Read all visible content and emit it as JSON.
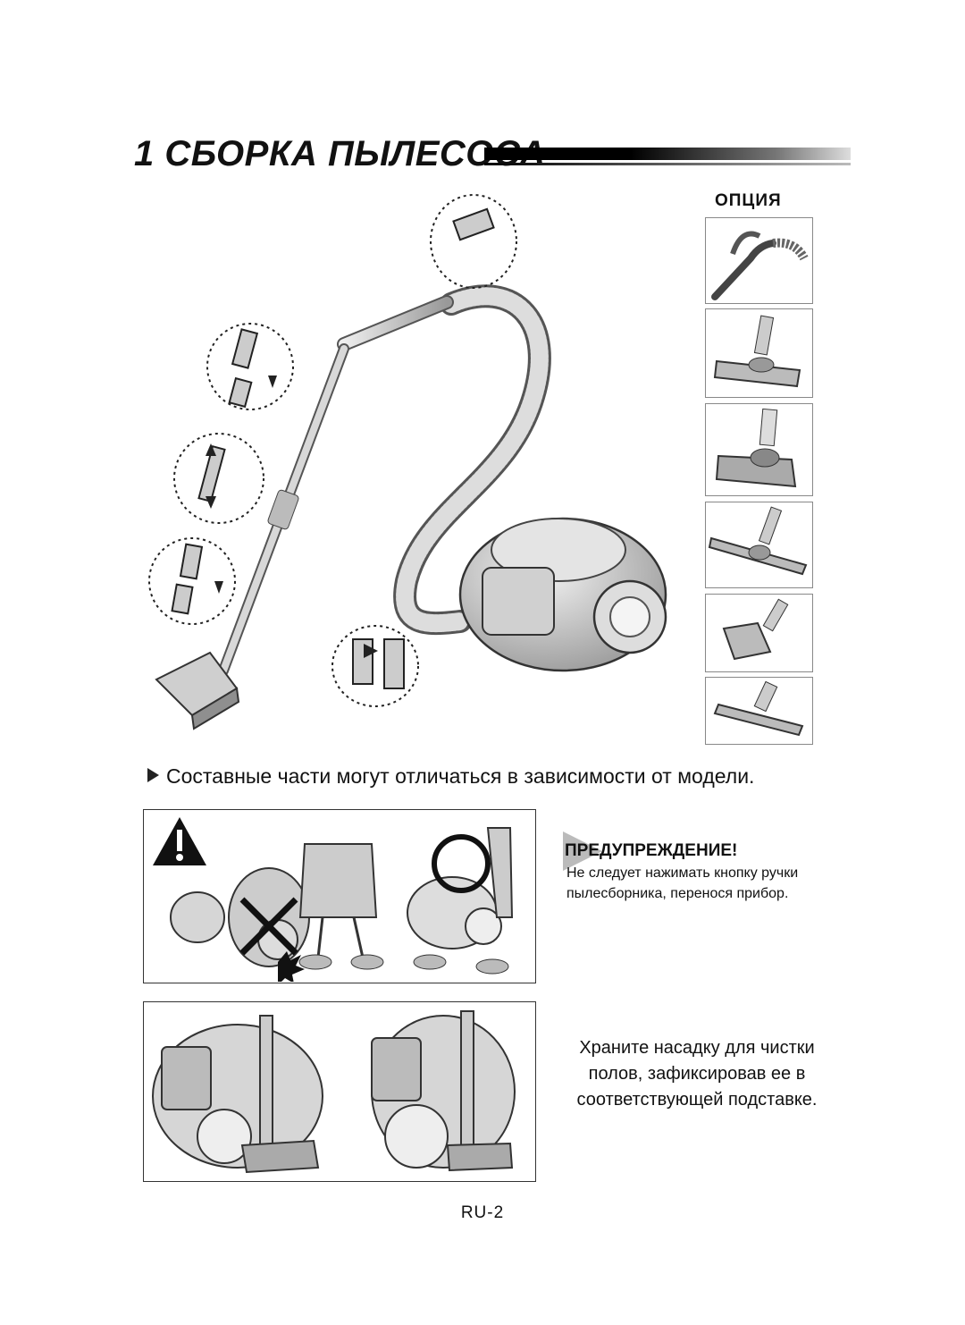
{
  "header": {
    "number": "1",
    "title": "СБОРКА ПЫЛЕСОСА"
  },
  "options": {
    "label": "ОПЦИЯ",
    "items": [
      {
        "icon": "handle-with-hose-icon"
      },
      {
        "icon": "floor-brush-icon"
      },
      {
        "icon": "turbo-brush-icon"
      },
      {
        "icon": "parquet-brush-icon"
      },
      {
        "icon": "mini-turbo-brush-icon"
      },
      {
        "icon": "wide-brush-icon"
      }
    ]
  },
  "note": "Составные части могут отличаться в зависимости от модели.",
  "warning": {
    "heading": "ПРЕДУПРЕЖДЕНИЕ!",
    "text": "Не следует нажимать кнопку ручки пылесборника, перенося прибор."
  },
  "storage": {
    "text": "Храните насадку для чистки полов, зафиксировав ее в соответствующей подставке."
  },
  "footer": {
    "page": "RU-2"
  },
  "colors": {
    "ink": "#111111",
    "body": "#c8c8c8",
    "shade": "#8a8a8a",
    "warning_tri": "#bbbbbb"
  }
}
